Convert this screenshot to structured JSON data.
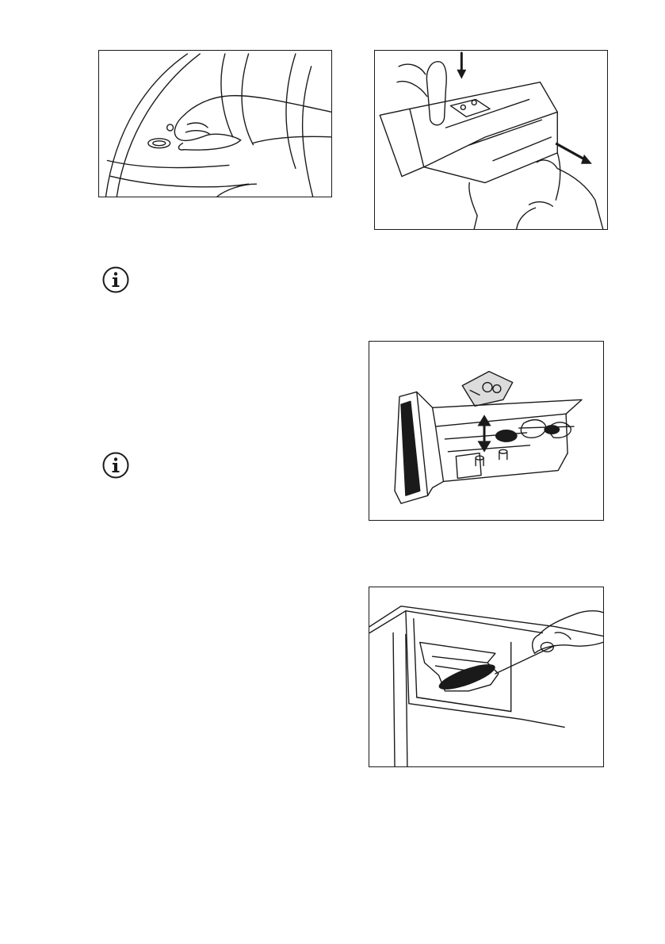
{
  "page": {
    "background": "#ffffff",
    "ink": "#1a1a1a"
  },
  "figures": [
    {
      "id": "fig-door-seal",
      "icon": "hand-lifting-door-seal-illustration"
    },
    {
      "id": "fig-dispenser-removal",
      "icon": "pressing-release-tab-and-pulling-drawer-illustration"
    },
    {
      "id": "fig-dispenser-cleaning",
      "icon": "drawer-insert-brush-cleaning-illustration"
    },
    {
      "id": "fig-recess-cleaning",
      "icon": "brush-cleaning-dispenser-recess-illustration"
    }
  ],
  "notes": [
    {
      "id": "note-1",
      "icon": "info-icon"
    },
    {
      "id": "note-2",
      "icon": "info-icon"
    }
  ]
}
